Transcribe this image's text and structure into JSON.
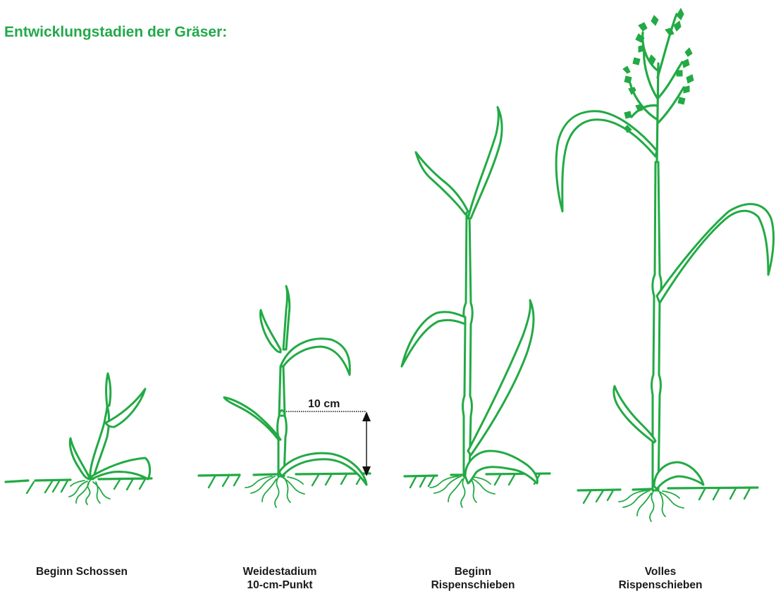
{
  "title": "Entwicklungstadien der Gräser:",
  "colors": {
    "plant": "#22aa44",
    "title": "#22a94a",
    "text": "#1a1a1a"
  },
  "measurement": {
    "label": "10 cm"
  },
  "stages": [
    {
      "line1": "Beginn Schossen",
      "line2": ""
    },
    {
      "line1": "Weidestadium",
      "line2": "10-cm-Punkt"
    },
    {
      "line1": "Beginn",
      "line2": "Rispenschieben"
    },
    {
      "line1": "Volles",
      "line2": "Rispenschieben"
    }
  ]
}
